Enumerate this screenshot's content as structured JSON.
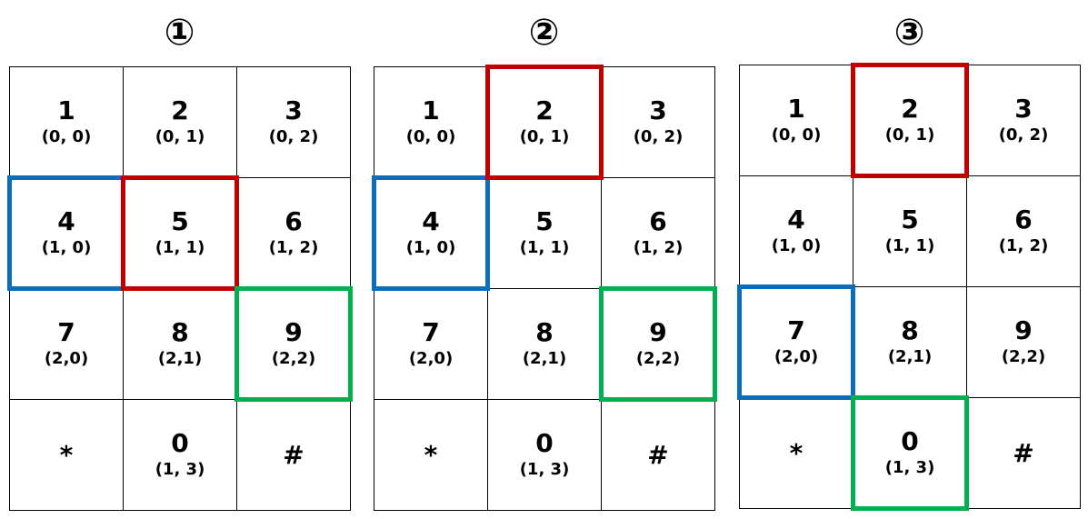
{
  "colors": {
    "left_hand": "#0a6ebd",
    "target": "#c00000",
    "right_hand": "#00b050"
  },
  "keypad": [
    {
      "label": "1",
      "coord": "(0, 0)"
    },
    {
      "label": "2",
      "coord": "(0, 1)"
    },
    {
      "label": "3",
      "coord": "(0, 2)"
    },
    {
      "label": "4",
      "coord": "(1, 0)"
    },
    {
      "label": "5",
      "coord": "(1, 1)"
    },
    {
      "label": "6",
      "coord": "(1, 2)"
    },
    {
      "label": "7",
      "coord": "(2,0)"
    },
    {
      "label": "8",
      "coord": "(2,1)"
    },
    {
      "label": "9",
      "coord": "(2,2)"
    },
    {
      "label": "*",
      "coord": ""
    },
    {
      "label": "0",
      "coord": "(1, 3)"
    },
    {
      "label": "#",
      "coord": ""
    }
  ],
  "panels": [
    {
      "title": "①",
      "highlights": {
        "left_hand": "4",
        "target": "5",
        "right_hand": "9"
      }
    },
    {
      "title": "②",
      "highlights": {
        "left_hand": "4",
        "target": "2",
        "right_hand": "9"
      }
    },
    {
      "title": "③",
      "highlights": {
        "left_hand": "7",
        "target": "2",
        "right_hand": "0"
      }
    }
  ]
}
